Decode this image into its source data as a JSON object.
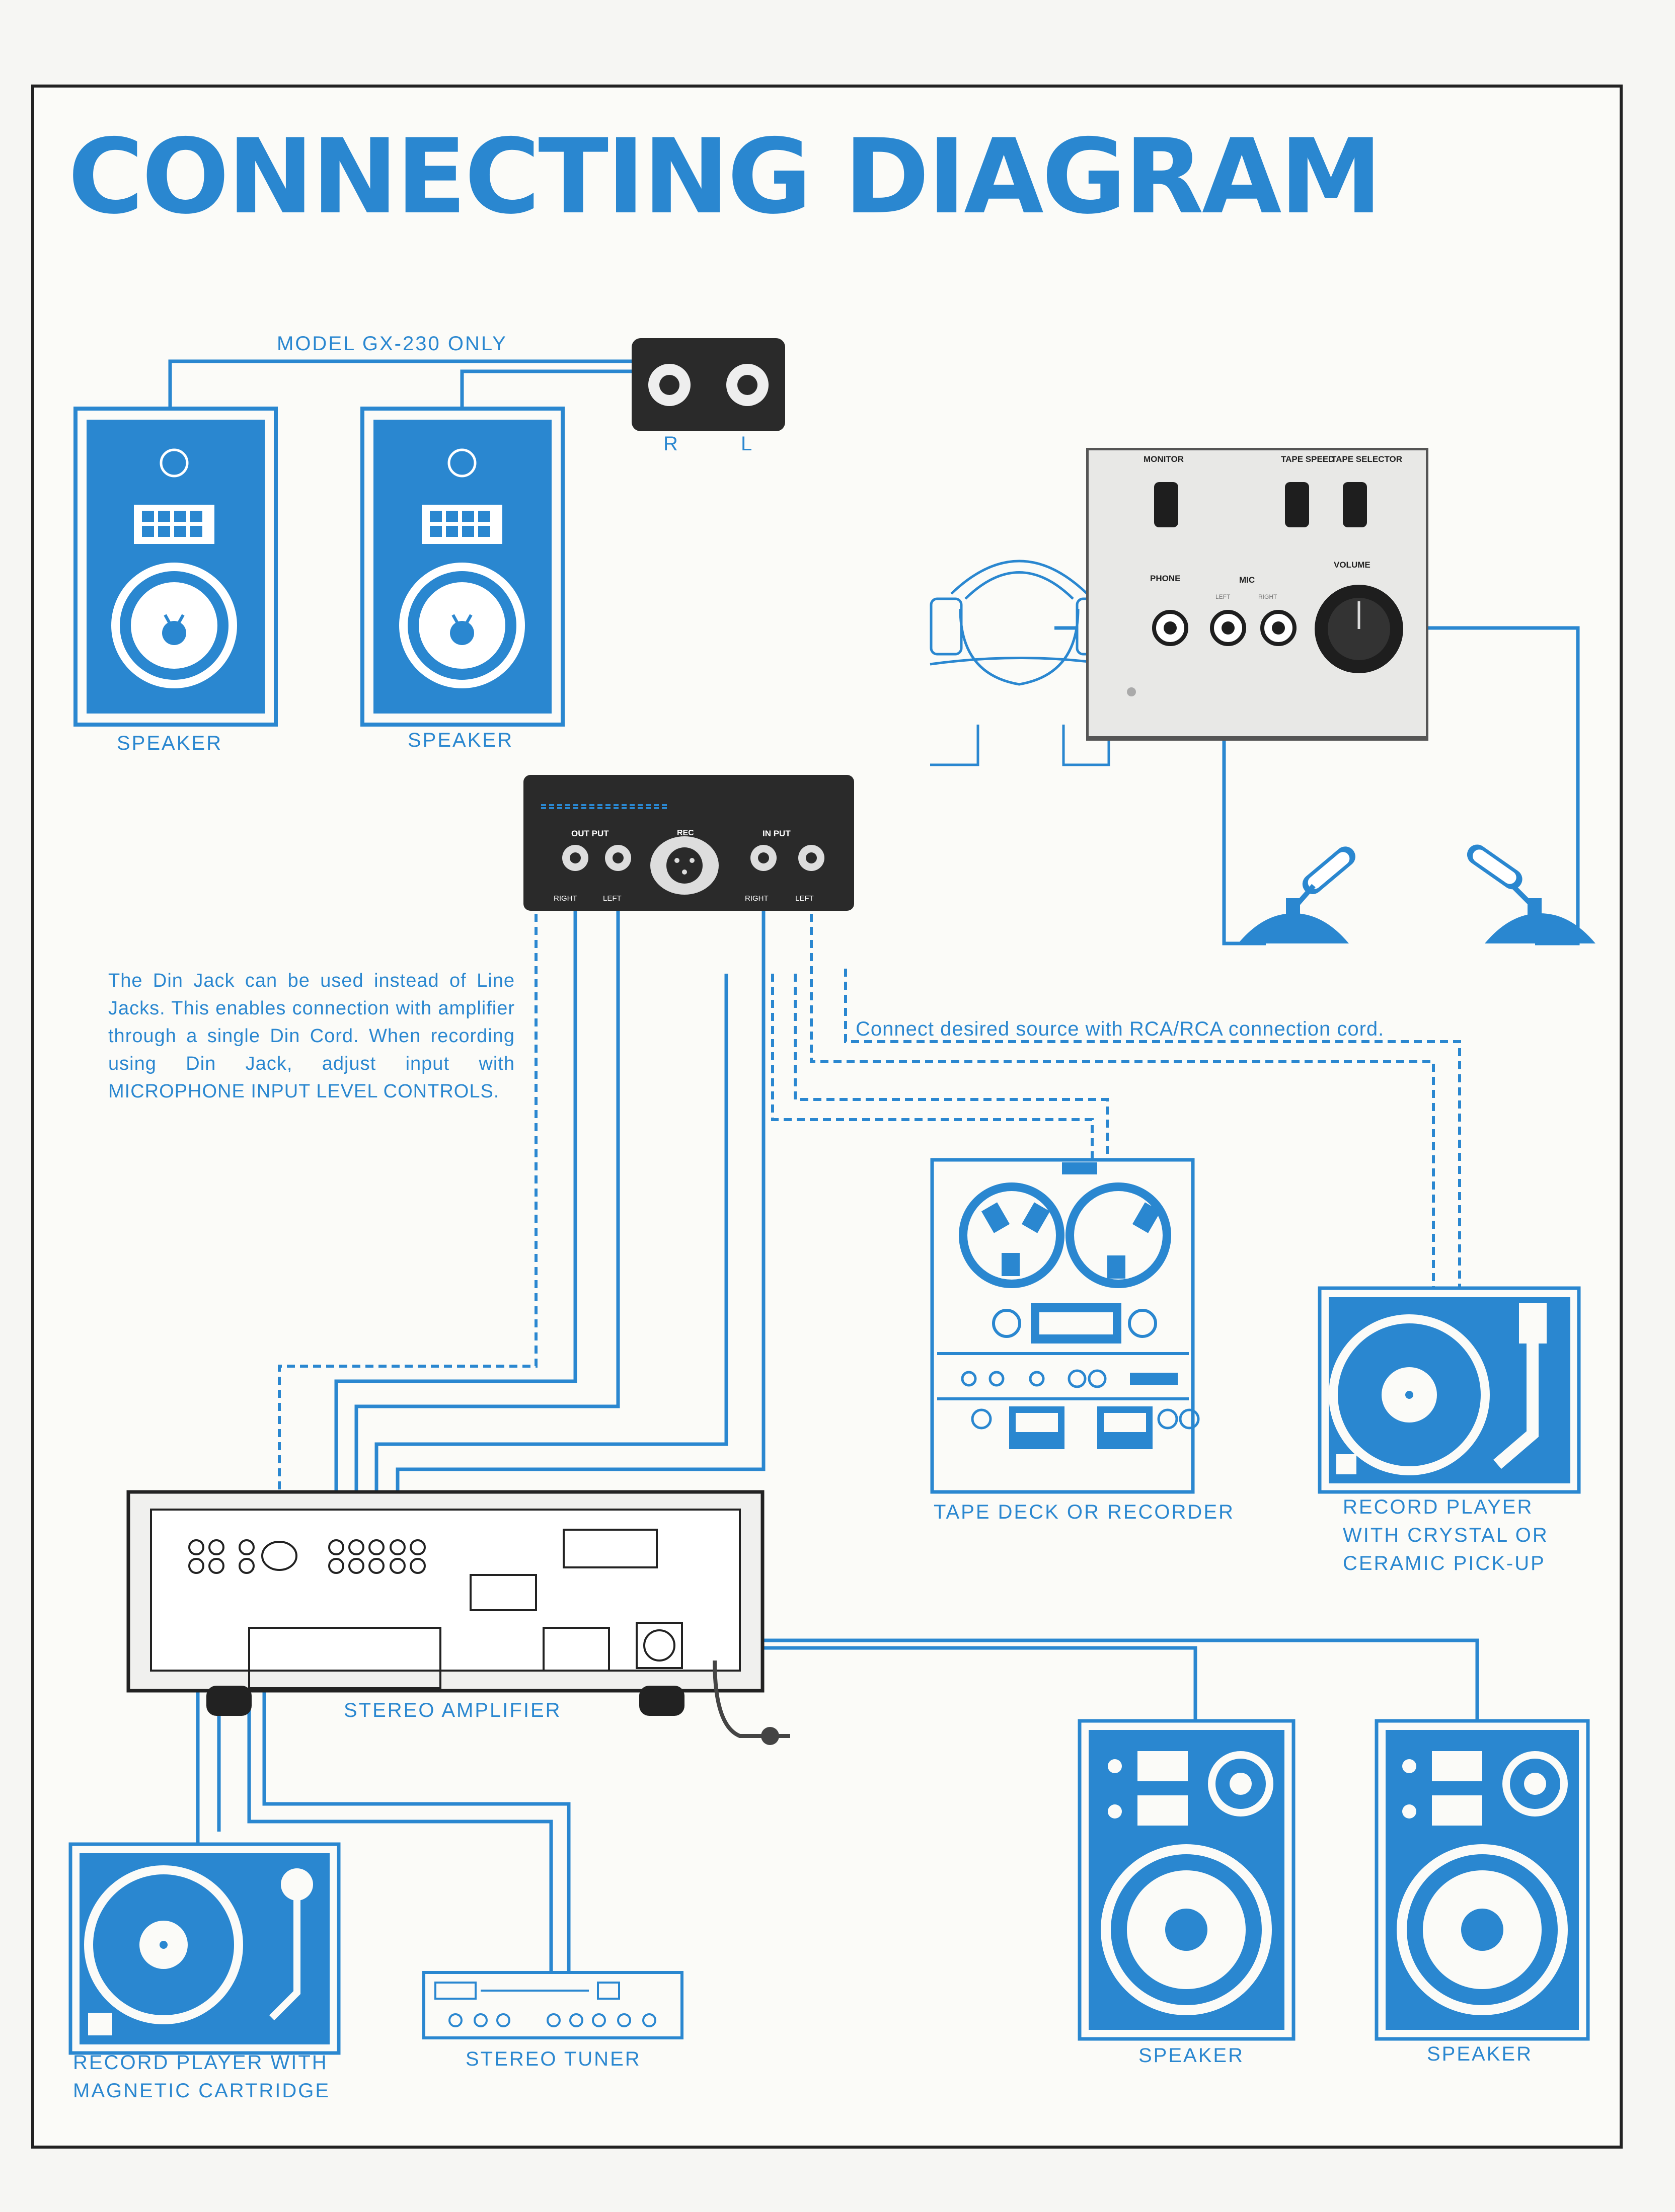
{
  "title": "CONNECTING DIAGRAM",
  "labels": {
    "model_note": "MODEL GX-230 ONLY",
    "jack_r": "R",
    "jack_l": "L",
    "speaker_top_left": "SPEAKER",
    "speaker_top_right": "SPEAKER",
    "din_note": "The Din Jack can be used instead of Line Jacks. This enables connection with amplifier through a single Din Cord. When recording using Din Jack, adjust input with MICROPHONE INPUT LEVEL CONTROLS.",
    "rca_note": "Connect desired source with RCA/RCA connection cord.",
    "tape_deck": "TAPE DECK OR RECORDER",
    "record_player_crystal_1": "RECORD PLAYER",
    "record_player_crystal_2": "WITH CRYSTAL OR",
    "record_player_crystal_3": "CERAMIC PICK-UP",
    "stereo_amplifier": "STEREO AMPLIFIER",
    "record_player_magnetic_1": "RECORD PLAYER WITH",
    "record_player_magnetic_2": "MAGNETIC CARTRIDGE",
    "stereo_tuner": "STEREO TUNER",
    "speaker_bottom_left": "SPEAKER",
    "speaker_bottom_right": "SPEAKER"
  },
  "control_panel": {
    "monitor": "MONITOR",
    "tape_speed": "TAPE SPEED",
    "tape_selector": "TAPE SELECTOR",
    "phone": "PHONE",
    "mic": "MIC",
    "mic_left": "LEFT",
    "mic_right": "RIGHT",
    "volume": "VOLUME"
  },
  "io_panel": {
    "output": "OUT PUT",
    "input": "IN PUT",
    "rec": "REC",
    "right_out": "RIGHT",
    "left_out": "LEFT",
    "right_in": "RIGHT",
    "left_in": "LEFT"
  },
  "colors": {
    "accent": "#2a87d0",
    "panel_dark": "#2a2a2a",
    "frame": "#222222"
  }
}
